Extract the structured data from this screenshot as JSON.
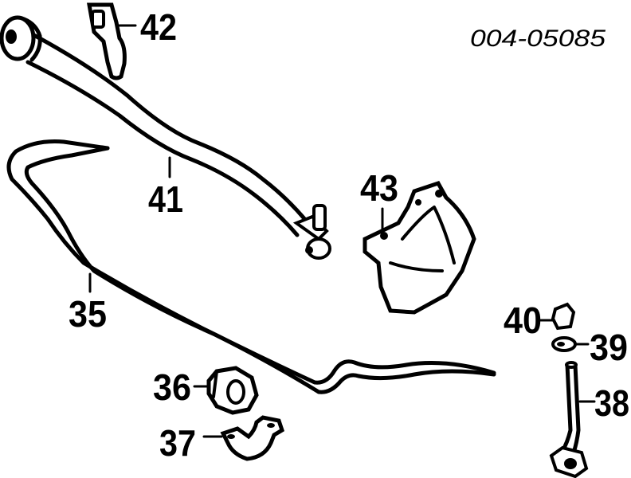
{
  "diagram": {
    "reference_code": "004-05085",
    "callouts": {
      "p35": "35",
      "p36": "36",
      "p37": "37",
      "p38": "38",
      "p39": "39",
      "p40": "40",
      "p41": "41",
      "p42": "42",
      "p43": "43"
    }
  }
}
